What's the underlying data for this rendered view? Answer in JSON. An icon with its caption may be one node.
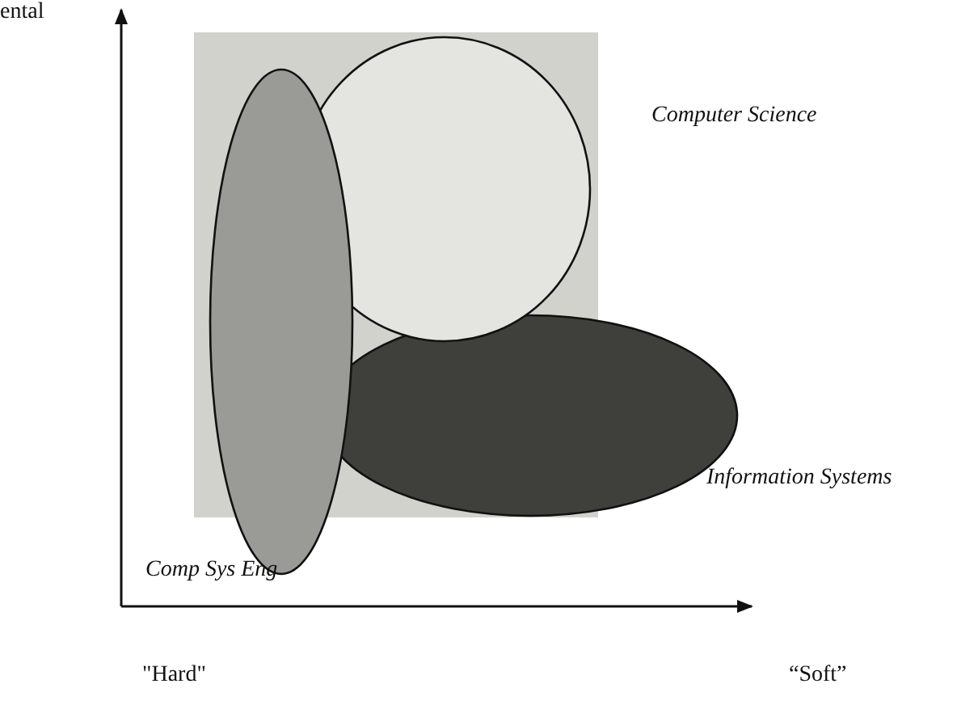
{
  "diagram": {
    "nodes": [
      {
        "text": [],
        "shape": "box"
      },
      {
        "text": [
          "Information Systems"
        ]
      },
      {
        "text": [
          "Computer Science"
        ],
        "in": 0
      },
      {
        "text": [
          "Comp Sys Eng"
        ]
      }
    ],
    "labels": [
      "ental",
      "\"Hard\"",
      "“Soft”"
    ]
  }
}
